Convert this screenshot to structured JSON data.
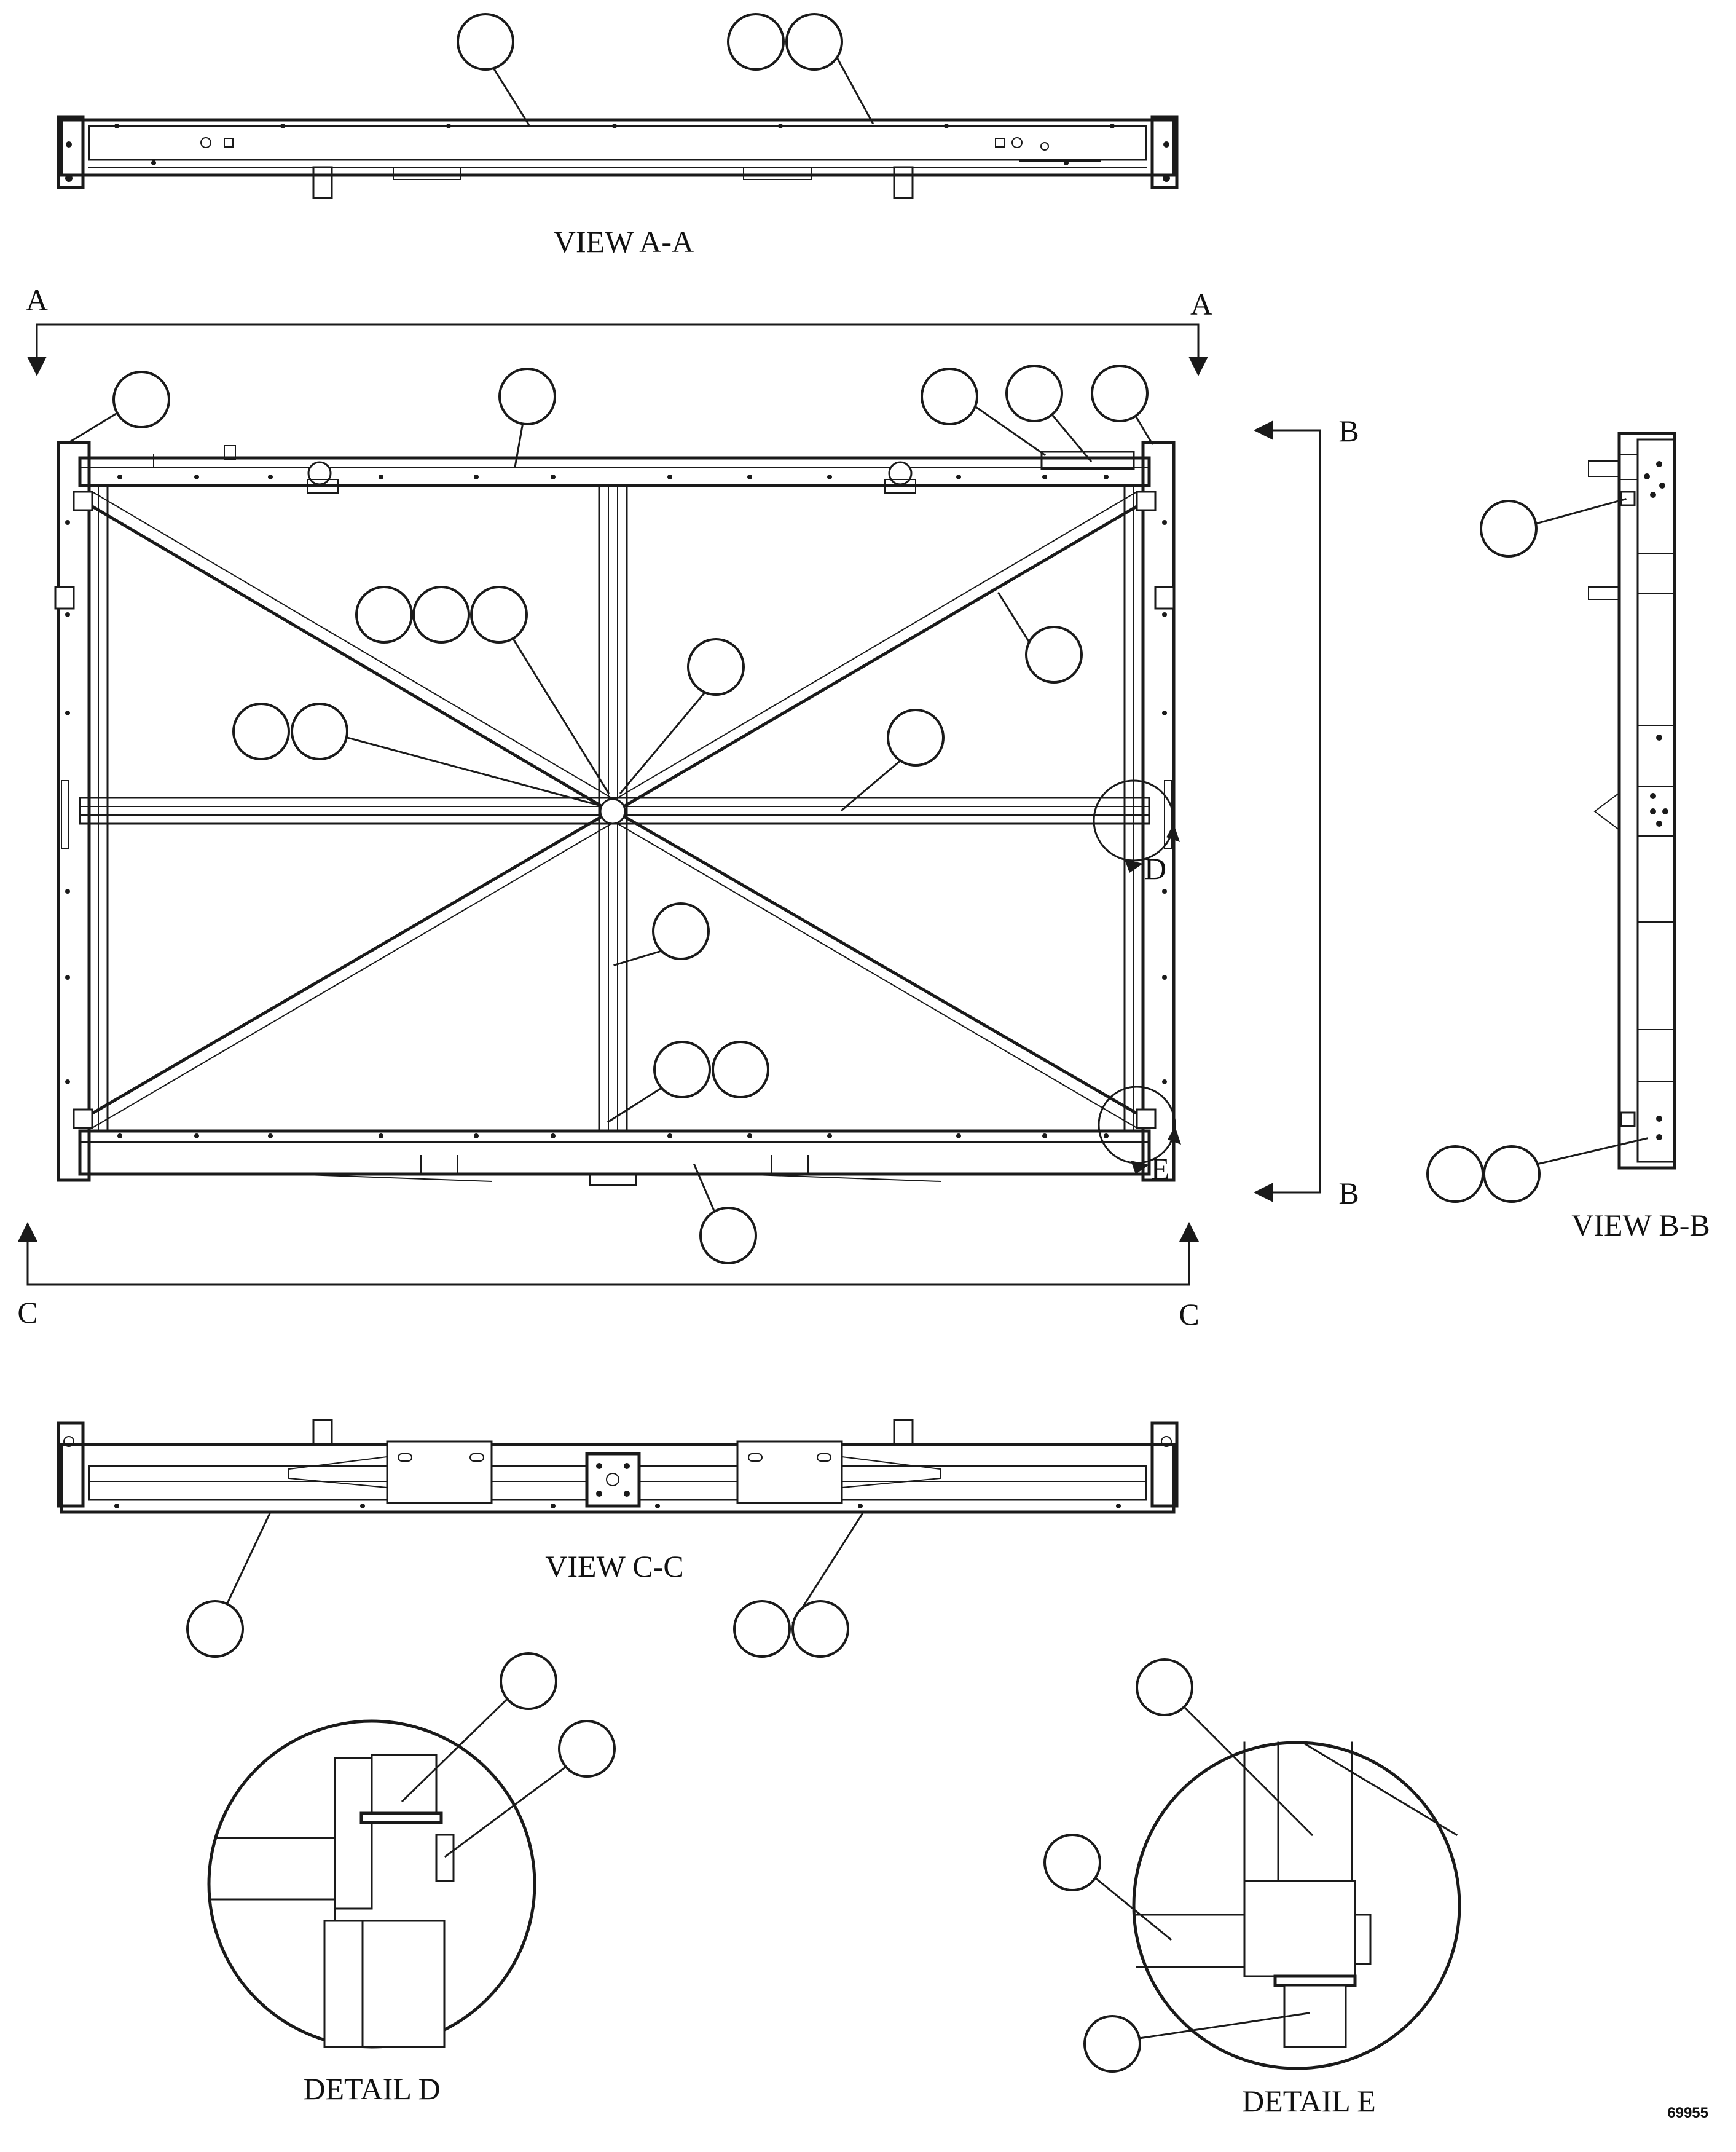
{
  "views": {
    "view_aa": "VIEW A-A",
    "view_bb": "VIEW B-B",
    "view_cc": "VIEW C-C",
    "detail_d": "DETAIL D",
    "detail_e": "DETAIL E"
  },
  "section_markers": {
    "a_left": "A",
    "a_right": "A",
    "b_top": "B",
    "b_bottom": "B",
    "c_left": "C",
    "c_right": "C",
    "d": "D",
    "e": "E"
  },
  "document_number": "69955",
  "colors": {
    "line": "#1a1a1a",
    "background": "#ffffff"
  }
}
